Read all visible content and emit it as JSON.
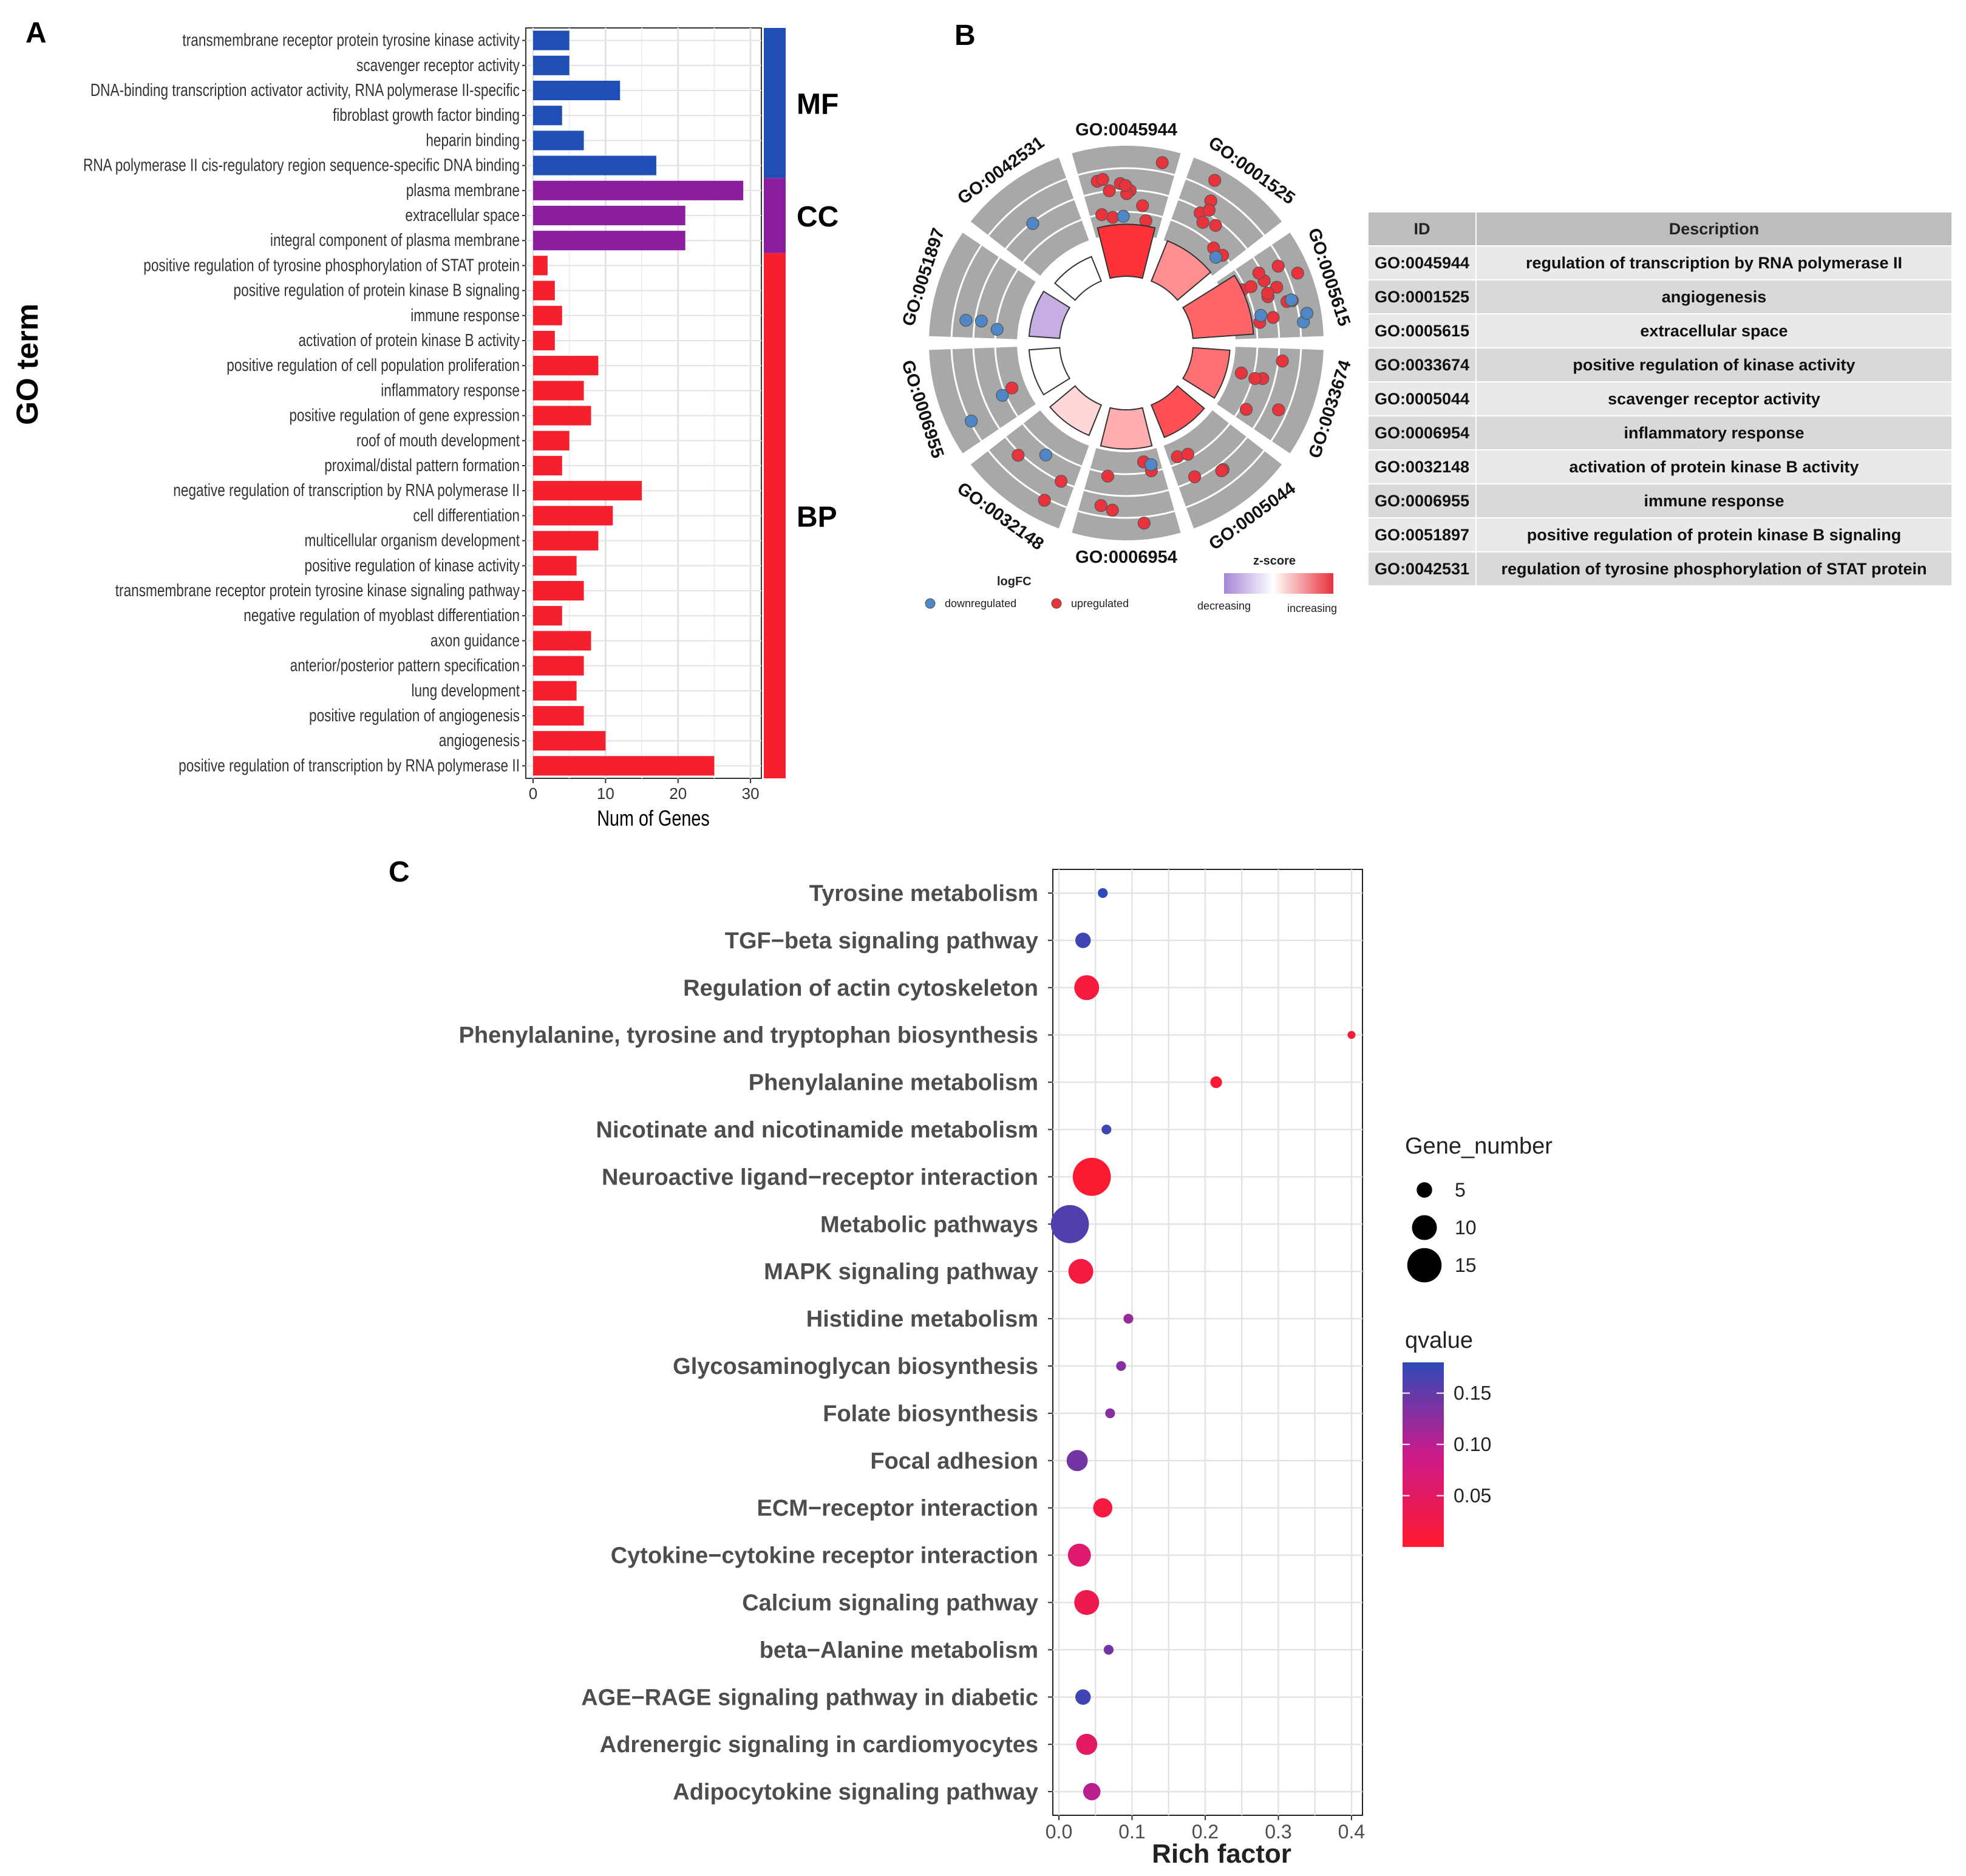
{
  "panels": {
    "a": "A",
    "b": "B",
    "c": "C"
  },
  "chart_data": [
    {
      "type": "bar",
      "orientation": "horizontal",
      "ylabel": "GO term",
      "xlabel": "Num of Genes",
      "xlim": [
        0,
        30
      ],
      "xticks": [
        0,
        10,
        20,
        30
      ],
      "grid": true,
      "categories": [
        "transmembrane receptor protein tyrosine kinase activity",
        "scavenger receptor activity",
        "DNA-binding transcription activator activity, RNA polymerase II-specific",
        "fibroblast growth factor binding",
        "heparin binding",
        "RNA polymerase II cis-regulatory region sequence-specific DNA binding",
        "plasma membrane",
        "extracellular space",
        "integral component of plasma membrane",
        "positive regulation of tyrosine phosphorylation of STAT protein",
        "positive regulation of protein kinase B signaling",
        "immune response",
        "activation of protein kinase B activity",
        "positive regulation of cell population proliferation",
        "inflammatory response",
        "positive regulation of gene expression",
        "roof of mouth development",
        "proximal/distal pattern formation",
        "negative regulation of transcription by RNA polymerase II",
        "cell differentiation",
        "multicellular organism development",
        "positive regulation of kinase activity",
        "transmembrane receptor protein tyrosine kinase signaling pathway",
        "negative regulation of myoblast differentiation",
        "axon guidance",
        "anterior/posterior pattern specification",
        "lung development",
        "positive regulation of angiogenesis",
        "angiogenesis",
        "positive regulation of transcription by RNA polymerase II"
      ],
      "values": [
        5,
        5,
        12,
        4,
        7,
        17,
        29,
        21,
        21,
        2,
        3,
        4,
        3,
        9,
        7,
        8,
        5,
        4,
        15,
        11,
        9,
        6,
        7,
        4,
        8,
        7,
        6,
        7,
        10,
        25
      ],
      "groups": [
        {
          "name": "MF",
          "start": 0,
          "end": 5,
          "color": "#1f4fb5"
        },
        {
          "name": "CC",
          "start": 6,
          "end": 8,
          "color": "#8b1fa0"
        },
        {
          "name": "BP",
          "start": 9,
          "end": 29,
          "color": "#f4202e"
        }
      ]
    },
    {
      "type": "circle",
      "terms": [
        {
          "id": "GO:0045944",
          "up": 12,
          "down": 1,
          "z": 1.0
        },
        {
          "id": "GO:0001525",
          "up": 8,
          "down": 1,
          "z": 0.55
        },
        {
          "id": "GO:0005615",
          "up": 14,
          "down": 4,
          "z": 0.75
        },
        {
          "id": "GO:0033674",
          "up": 6,
          "down": 0,
          "z": 0.7
        },
        {
          "id": "GO:0005044",
          "up": 5,
          "down": 0,
          "z": 0.85
        },
        {
          "id": "GO:0006954",
          "up": 6,
          "down": 1,
          "z": 0.4
        },
        {
          "id": "GO:0032148",
          "up": 3,
          "down": 1,
          "z": 0.2
        },
        {
          "id": "GO:0006955",
          "up": 1,
          "down": 2,
          "z": 0.0
        },
        {
          "id": "GO:0051897",
          "up": 0,
          "down": 3,
          "z": -0.6
        },
        {
          "id": "GO:0042531",
          "up": 0,
          "down": 1,
          "z": 0.0
        }
      ],
      "legend": {
        "logfc_title": "logFC",
        "down_label": "downregulated",
        "up_label": "upregulated",
        "z_title": "z-score",
        "z_low": "decreasing",
        "z_high": "increasing"
      },
      "colors": {
        "up": "#e8323c",
        "down": "#4f86c6",
        "ring": "#a8a8a8"
      }
    },
    {
      "type": "scatter",
      "xlabel": "Rich factor",
      "xlim": [
        0.0,
        0.4
      ],
      "xticks": [
        0.0,
        0.1,
        0.2,
        0.3,
        0.4
      ],
      "grid": true,
      "pathways": [
        {
          "name": "Tyrosine metabolism",
          "rich": 0.06,
          "genes": 2,
          "q": 0.18
        },
        {
          "name": "TGF−beta signaling pathway",
          "rich": 0.033,
          "genes": 5,
          "q": 0.17
        },
        {
          "name": "Regulation of actin cytoskeleton",
          "rich": 0.038,
          "genes": 10,
          "q": 0.015
        },
        {
          "name": "Phenylalanine, tyrosine and tryptophan biosynthesis",
          "rich": 0.4,
          "genes": 1,
          "q": 0.01
        },
        {
          "name": "Phenylalanine metabolism",
          "rich": 0.215,
          "genes": 3,
          "q": 0.005
        },
        {
          "name": "Nicotinate and nicotinamide metabolism",
          "rich": 0.065,
          "genes": 2,
          "q": 0.17
        },
        {
          "name": "Neuroactive ligand−receptor interaction",
          "rich": 0.045,
          "genes": 17,
          "q": 0.005
        },
        {
          "name": "Metabolic pathways",
          "rich": 0.015,
          "genes": 17,
          "q": 0.16
        },
        {
          "name": "MAPK signaling pathway",
          "rich": 0.03,
          "genes": 10,
          "q": 0.02
        },
        {
          "name": "Histidine metabolism",
          "rich": 0.095,
          "genes": 2,
          "q": 0.12
        },
        {
          "name": "Glycosaminoglycan biosynthesis",
          "rich": 0.085,
          "genes": 2,
          "q": 0.13
        },
        {
          "name": "Folate biosynthesis",
          "rich": 0.07,
          "genes": 2,
          "q": 0.13
        },
        {
          "name": "Focal adhesion",
          "rich": 0.025,
          "genes": 8,
          "q": 0.14
        },
        {
          "name": "ECM−receptor interaction",
          "rich": 0.06,
          "genes": 7,
          "q": 0.02
        },
        {
          "name": "Cytokine−cytokine receptor interaction",
          "rich": 0.028,
          "genes": 9,
          "q": 0.06
        },
        {
          "name": "Calcium signaling pathway",
          "rich": 0.038,
          "genes": 10,
          "q": 0.03
        },
        {
          "name": "beta−Alanine metabolism",
          "rich": 0.068,
          "genes": 2,
          "q": 0.14
        },
        {
          "name": "AGE−RAGE signaling pathway in diabetic",
          "rich": 0.033,
          "genes": 5,
          "q": 0.17
        },
        {
          "name": "Adrenergic signaling in cardiomyocytes",
          "rich": 0.038,
          "genes": 8,
          "q": 0.05
        },
        {
          "name": "Adipocytokine signaling pathway",
          "rich": 0.045,
          "genes": 6,
          "q": 0.1
        }
      ],
      "size_legend": {
        "title": "Gene_number",
        "values": [
          5,
          10,
          15
        ]
      },
      "color_legend": {
        "title": "qvalue",
        "ticks": [
          0.15,
          0.1,
          0.05
        ],
        "tick_labels": [
          "0.15",
          "0.10",
          "0.05"
        ],
        "low_color": "#ff1a2e",
        "mid_color": "#cc1a8a",
        "high_color": "#2e4ab8",
        "range": [
          0.0,
          0.18
        ]
      }
    }
  ]
}
